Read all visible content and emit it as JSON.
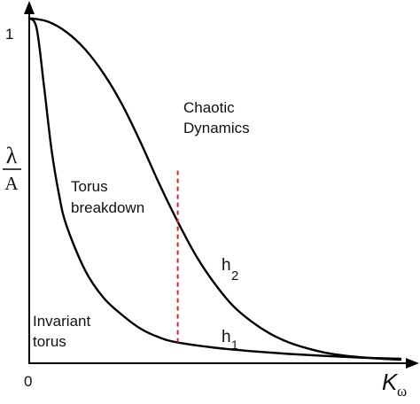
{
  "chart_data": {
    "type": "line",
    "title": "",
    "xlabel": {
      "main": "K",
      "sub": "ω"
    },
    "ylabel": {
      "numerator": "λ",
      "denominator": "A"
    },
    "xlim": [
      0,
      1.05
    ],
    "ylim": [
      0,
      1.05
    ],
    "x_ticks": [
      {
        "value": 0,
        "label": "0"
      }
    ],
    "y_ticks": [
      {
        "value": 1,
        "label": "1"
      }
    ],
    "grid": false,
    "series": [
      {
        "name": "h2",
        "label_main": "h",
        "label_sub": "2",
        "x": [
          0,
          0.05,
          0.1,
          0.15,
          0.2,
          0.25,
          0.3,
          0.35,
          0.4,
          0.45,
          0.5,
          0.55,
          0.6,
          0.65,
          0.7,
          0.75,
          0.8,
          0.85,
          0.9,
          0.95,
          1.0
        ],
        "y": [
          1.0,
          0.99,
          0.96,
          0.91,
          0.84,
          0.75,
          0.64,
          0.52,
          0.41,
          0.31,
          0.23,
          0.165,
          0.12,
          0.085,
          0.06,
          0.043,
          0.03,
          0.022,
          0.017,
          0.013,
          0.01
        ]
      },
      {
        "name": "h1",
        "label_main": "h",
        "label_sub": "1",
        "x": [
          0,
          0.02,
          0.04,
          0.06,
          0.08,
          0.1,
          0.15,
          0.2,
          0.25,
          0.3,
          0.35,
          0.4,
          0.5,
          0.6,
          0.7,
          0.8,
          0.9,
          1.0
        ],
        "y": [
          1.0,
          0.97,
          0.8,
          0.62,
          0.49,
          0.4,
          0.27,
          0.19,
          0.14,
          0.1,
          0.075,
          0.06,
          0.045,
          0.035,
          0.027,
          0.021,
          0.016,
          0.013
        ]
      }
    ],
    "vertical_marker": {
      "x": 0.4,
      "y_from": 0.06,
      "y_to": 0.56,
      "color": "#d42424"
    },
    "annotations": [
      {
        "lines": [
          "Chaotic",
          "Dynamics"
        ],
        "x": 0.47,
        "y": 0.77
      },
      {
        "lines": [
          "Torus",
          "breakdown"
        ],
        "x": 0.12,
        "y": 0.52
      },
      {
        "lines": [
          "Invariant",
          "torus"
        ],
        "x": 0.01,
        "y": 0.12
      }
    ]
  }
}
